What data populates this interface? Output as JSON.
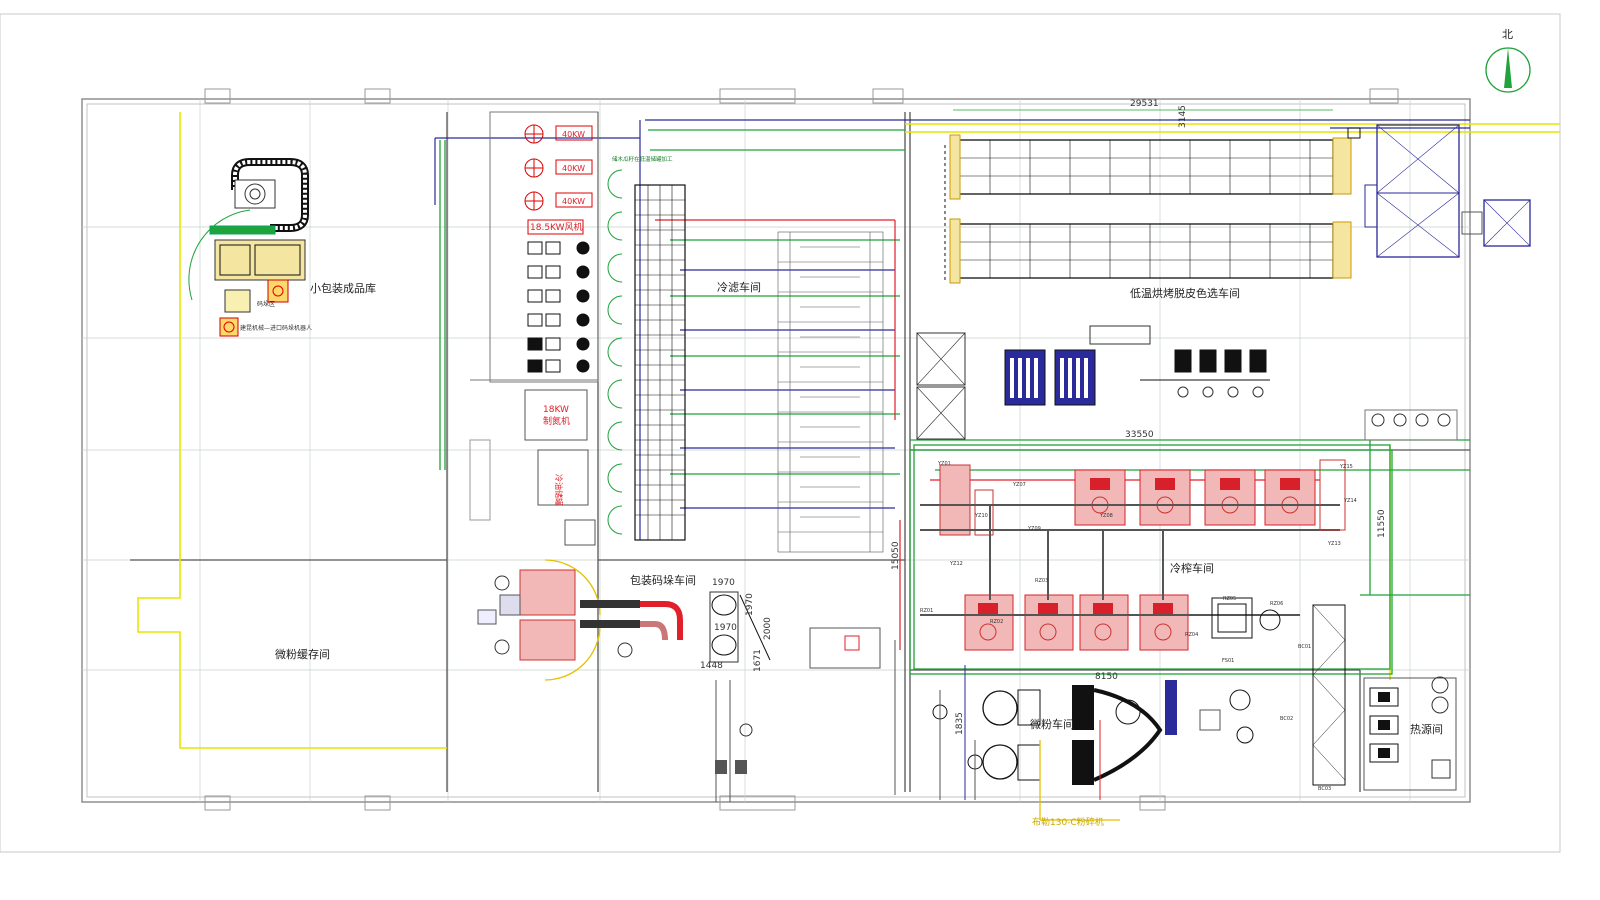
{
  "rooms": {
    "small_pack_store": "小包装成品库",
    "powder_buffer": "微粉缓存间",
    "cold_filter": "冷滤车间",
    "pack_stack": "包装码垛车间",
    "low_temp_roast": "低温烘烤脱皮色选车间",
    "cold_press": "冷榨车间",
    "powder_workshop": "微粉车间",
    "heat_source": "热源间"
  },
  "labels": {
    "north": "北",
    "fan_rating": "18.5KW风机",
    "nitrogen": "18KW\n制氮机",
    "nitrogen_line1": "18KW",
    "nitrogen_line2": "制氮机",
    "cold_store": "冷油储罐",
    "robot": "进口码垛机器人",
    "robot_prefix": "建昆机械",
    "stack_zone": "码垛区",
    "grinder": "布勒130-C粉碎机",
    "storage_tanks": "储木瓜籽在低温储罐加工",
    "tag_40kw_1": "40KW",
    "tag_40kw_2": "40KW",
    "tag_40kw_3": "40KW"
  },
  "dimensions": {
    "d29531": "29531",
    "d3145": "3145",
    "d33550": "33550",
    "d11550": "11550",
    "d15050": "15050",
    "d1970a": "1970",
    "d1970b": "1970",
    "d1970c": "1970",
    "d1448": "1448",
    "d1671": "1671",
    "d2000": "2000",
    "d8150": "8150",
    "d1835": "1835"
  },
  "equipment_tags": {
    "yz01": "YZ01",
    "yz07": "YZ07",
    "yz08": "YZ08",
    "yz09": "YZ09",
    "yz10": "YZ10",
    "yz12": "YZ12",
    "yz13": "YZ13",
    "yz14": "YZ14",
    "yz15": "YZ15",
    "rz01": "RZ01",
    "rz02": "RZ02",
    "rz03": "RZ03",
    "rz04": "RZ04",
    "rz05": "RZ05",
    "rz06": "RZ06",
    "fs01": "FS01",
    "bc01": "BC01",
    "bc02": "BC02",
    "bc03": "BC03"
  },
  "colors": {
    "wall": "#9a9a9a",
    "grid": "#b8c6b8",
    "green_pipe": "#1fa33a",
    "blue_pipe": "#2a2a9a",
    "red_pipe": "#e0202a",
    "yellow_line": "#e6e600",
    "equipment": "#111111",
    "machine_red": "#d8202a",
    "machine_pink": "#f2b8b8"
  }
}
